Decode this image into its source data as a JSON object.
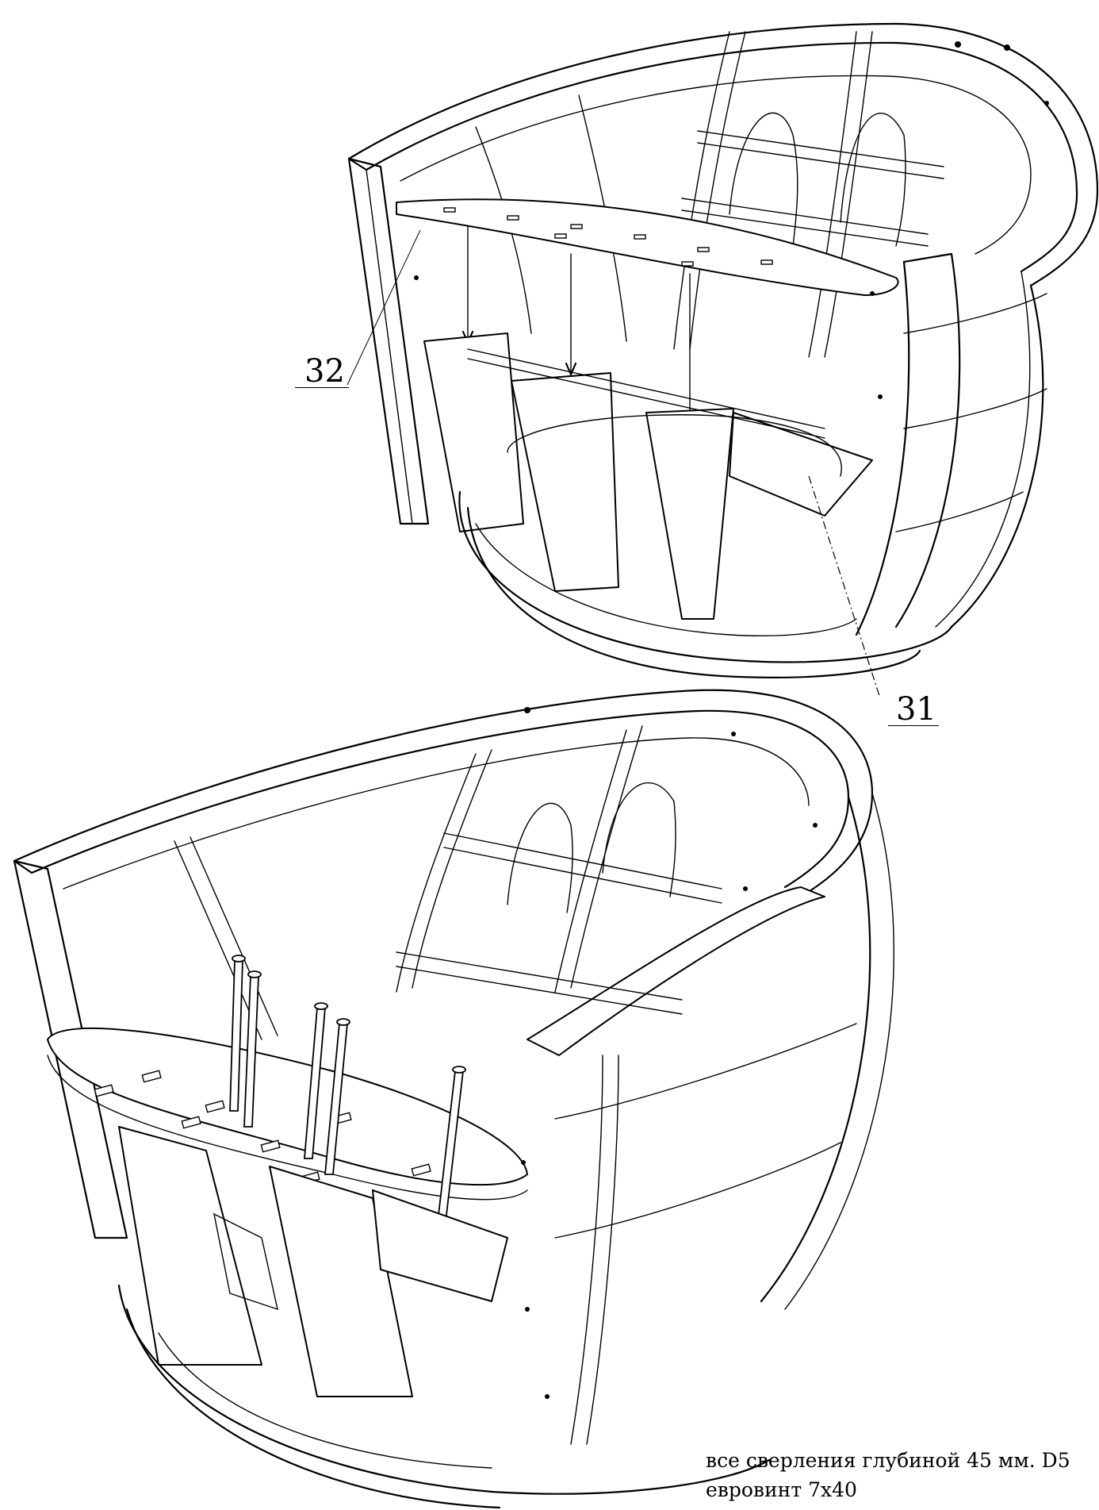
{
  "callouts": {
    "part_32": "32",
    "part_31": "31"
  },
  "notes": {
    "line_1": "все сверления глубиной 45 мм. D5",
    "line_2": "евровинт 7х40"
  }
}
